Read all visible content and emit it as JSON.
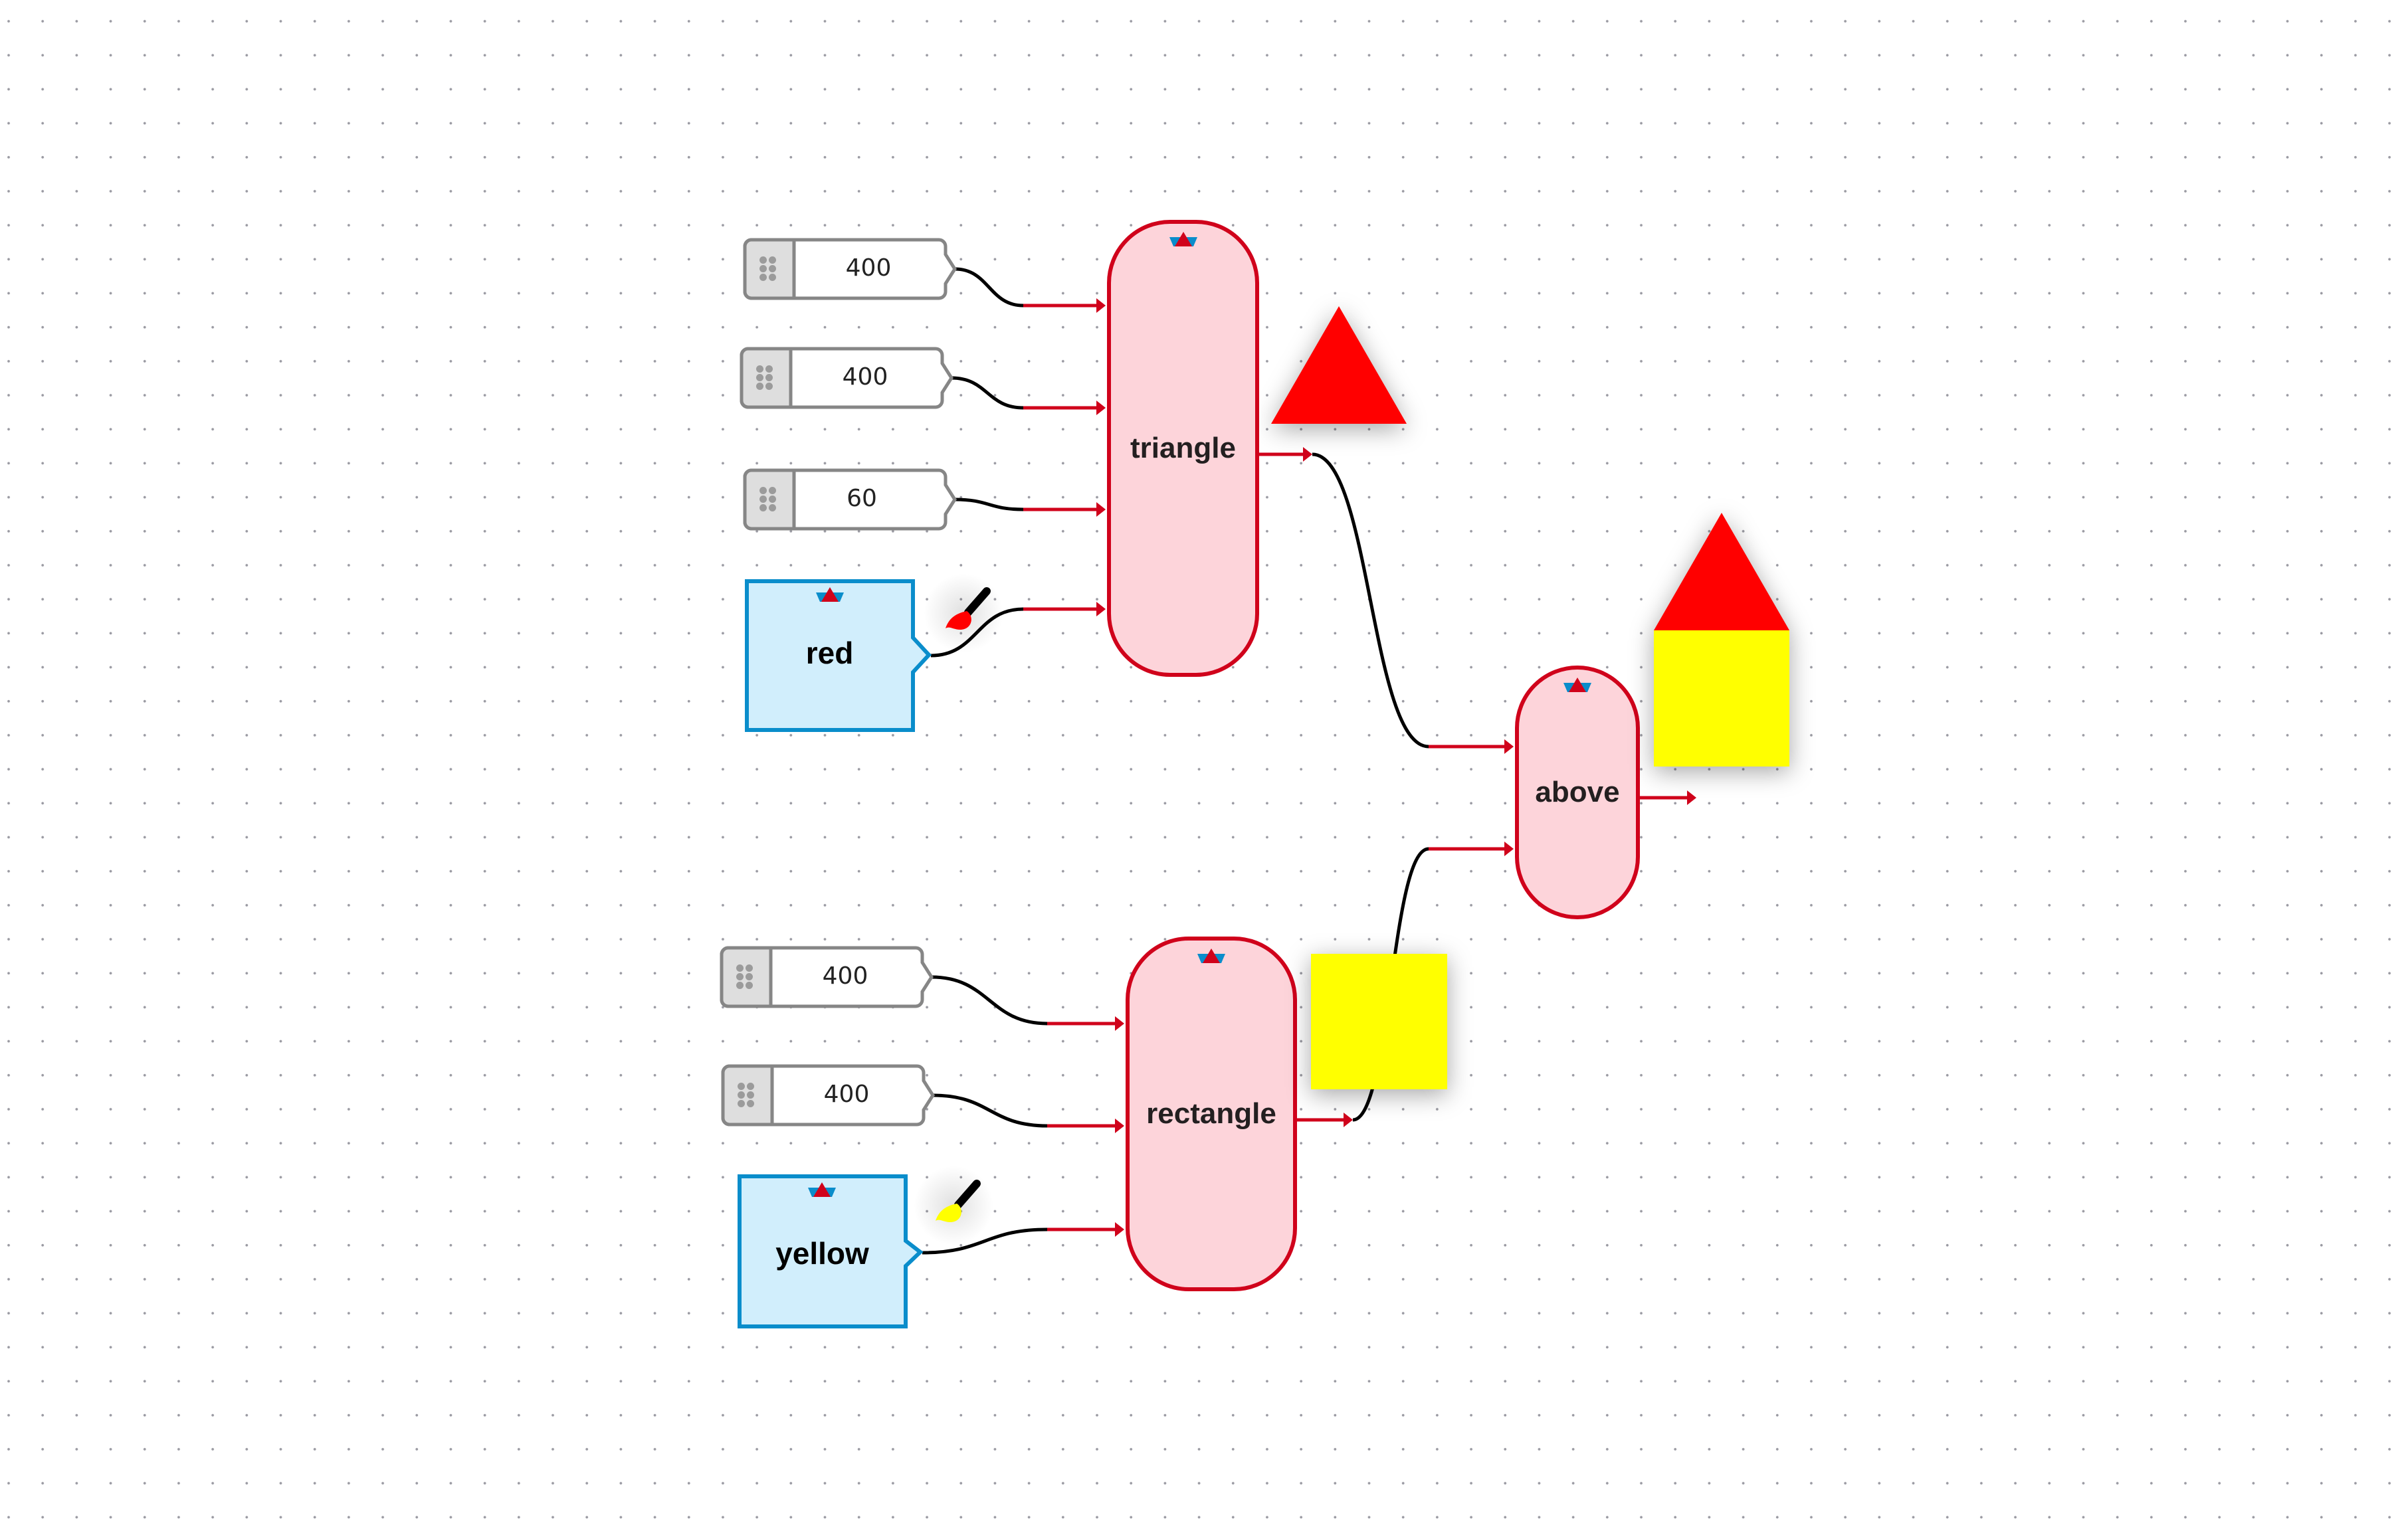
{
  "canvas": {
    "background": "#ffffff",
    "grid": "dots"
  },
  "colors": {
    "function_fill": "#fdd4da",
    "function_border": "#d0021b",
    "string_fill": "#d1eefc",
    "string_border": "#0a8dcb",
    "number_border": "#868686",
    "number_handle": "#dedede",
    "wire": "#000000",
    "wire_arrow": "#d0021b",
    "red": "#ff0000",
    "yellow": "#ffff00"
  },
  "number_inputs": [
    {
      "id": "num-1",
      "value": "400"
    },
    {
      "id": "num-2",
      "value": "400"
    },
    {
      "id": "num-3",
      "value": "60"
    },
    {
      "id": "num-4",
      "value": "400"
    },
    {
      "id": "num-5",
      "value": "400"
    }
  ],
  "string_inputs": [
    {
      "id": "str-red",
      "value": "red",
      "swatch": "#ff0000",
      "icon": "paintbrush-icon"
    },
    {
      "id": "str-yellow",
      "value": "yellow",
      "swatch": "#ffff00",
      "icon": "paintbrush-icon"
    }
  ],
  "functions": [
    {
      "id": "fn-triangle",
      "label": "triangle",
      "inputs": [
        "num-1",
        "num-2",
        "num-3",
        "str-red"
      ],
      "icon": "type-triangle-icon"
    },
    {
      "id": "fn-rectangle",
      "label": "rectangle",
      "inputs": [
        "num-4",
        "num-5",
        "str-yellow"
      ],
      "icon": "type-triangle-icon"
    },
    {
      "id": "fn-above",
      "label": "above",
      "inputs": [
        "fn-triangle",
        "fn-rectangle"
      ],
      "icon": "type-triangle-icon"
    }
  ],
  "previews": [
    {
      "of": "fn-triangle",
      "shape": "triangle",
      "color": "#ff0000"
    },
    {
      "of": "fn-rectangle",
      "shape": "rectangle",
      "color": "#ffff00"
    },
    {
      "of": "fn-above",
      "shape": "triangle-above-rectangle",
      "colors": [
        "#ff0000",
        "#ffff00"
      ]
    }
  ]
}
